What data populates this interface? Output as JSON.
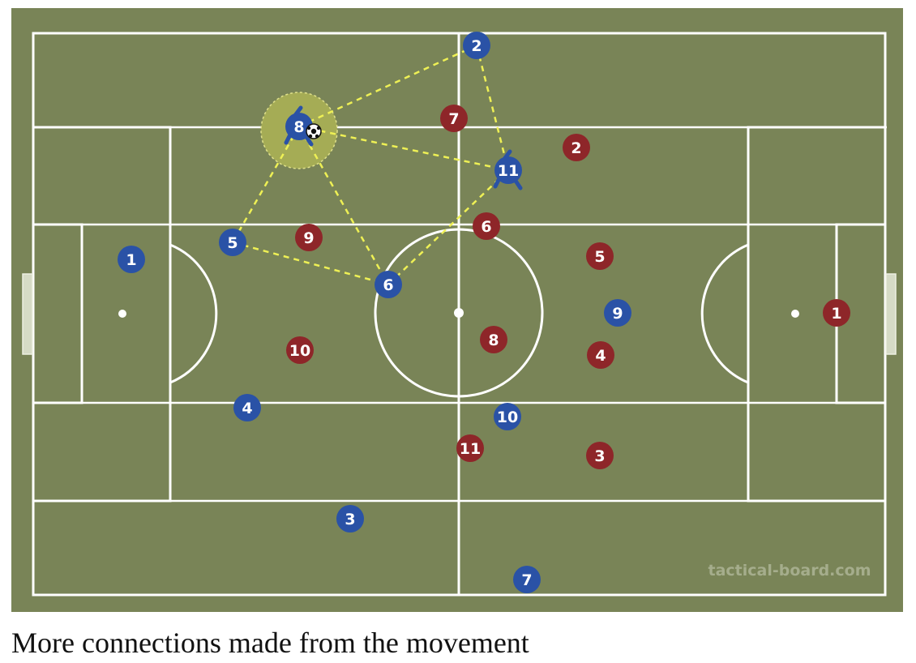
{
  "caption": "More connections made from the movement",
  "watermark": "tactical-board.com",
  "colors": {
    "pitch": "#798457",
    "lines": "#ffffff",
    "blue_team": "#2a52a6",
    "red_team": "#8e2629",
    "passing_lines": "#eef055",
    "highlight": "#a5ac55"
  },
  "blue_team": [
    {
      "number": "1"
    },
    {
      "number": "2"
    },
    {
      "number": "3"
    },
    {
      "number": "4"
    },
    {
      "number": "5"
    },
    {
      "number": "6"
    },
    {
      "number": "7"
    },
    {
      "number": "8",
      "has_ball": true
    },
    {
      "number": "9"
    },
    {
      "number": "10"
    },
    {
      "number": "11"
    }
  ],
  "red_team": [
    {
      "number": "1"
    },
    {
      "number": "2"
    },
    {
      "number": "3"
    },
    {
      "number": "4"
    },
    {
      "number": "5"
    },
    {
      "number": "6"
    },
    {
      "number": "7"
    },
    {
      "number": "8"
    },
    {
      "number": "9"
    },
    {
      "number": "10"
    },
    {
      "number": "11"
    }
  ],
  "connections": [
    [
      "8",
      "2"
    ],
    [
      "2",
      "11"
    ],
    [
      "8",
      "11"
    ],
    [
      "8",
      "5"
    ],
    [
      "8",
      "6"
    ],
    [
      "5",
      "6"
    ],
    [
      "6",
      "11"
    ]
  ]
}
